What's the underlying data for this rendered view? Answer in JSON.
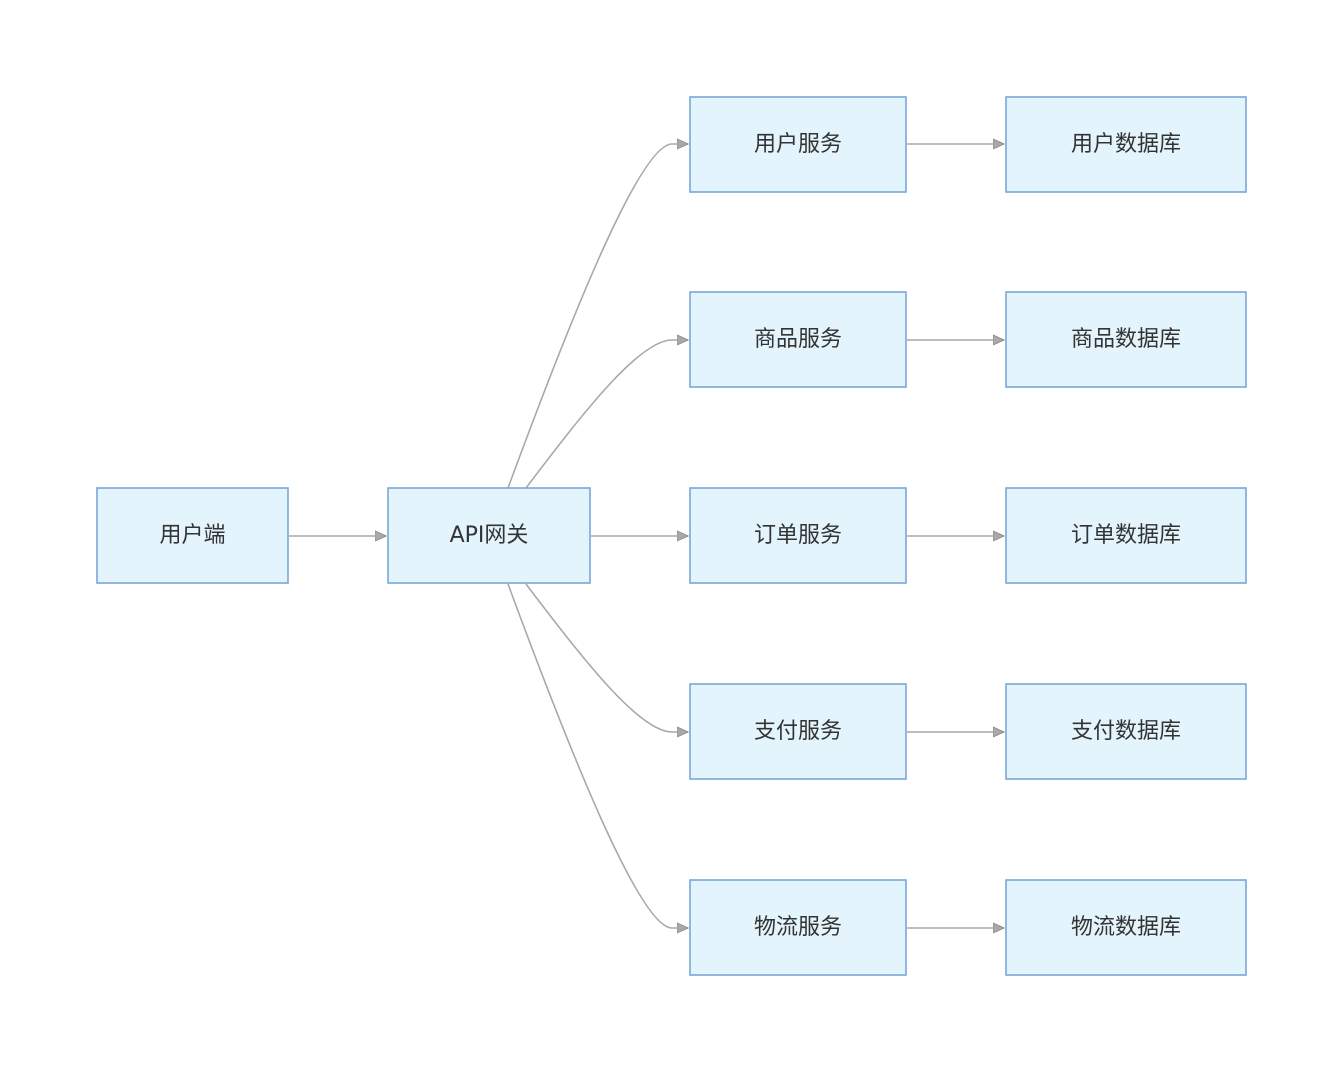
{
  "diagram": {
    "nodes": {
      "client": "用户端",
      "gateway": "API网关",
      "user_service": "用户服务",
      "product_service": "商品服务",
      "order_service": "订单服务",
      "payment_service": "支付服务",
      "logistics_service": "物流服务",
      "user_db": "用户数据库",
      "product_db": "商品数据库",
      "order_db": "订单数据库",
      "payment_db": "支付数据库",
      "logistics_db": "物流数据库"
    },
    "edges": [
      {
        "from": "client",
        "to": "gateway"
      },
      {
        "from": "gateway",
        "to": "user_service"
      },
      {
        "from": "gateway",
        "to": "product_service"
      },
      {
        "from": "gateway",
        "to": "order_service"
      },
      {
        "from": "gateway",
        "to": "payment_service"
      },
      {
        "from": "gateway",
        "to": "logistics_service"
      },
      {
        "from": "user_service",
        "to": "user_db"
      },
      {
        "from": "product_service",
        "to": "product_db"
      },
      {
        "from": "order_service",
        "to": "order_db"
      },
      {
        "from": "payment_service",
        "to": "payment_db"
      },
      {
        "from": "logistics_service",
        "to": "logistics_db"
      }
    ]
  }
}
